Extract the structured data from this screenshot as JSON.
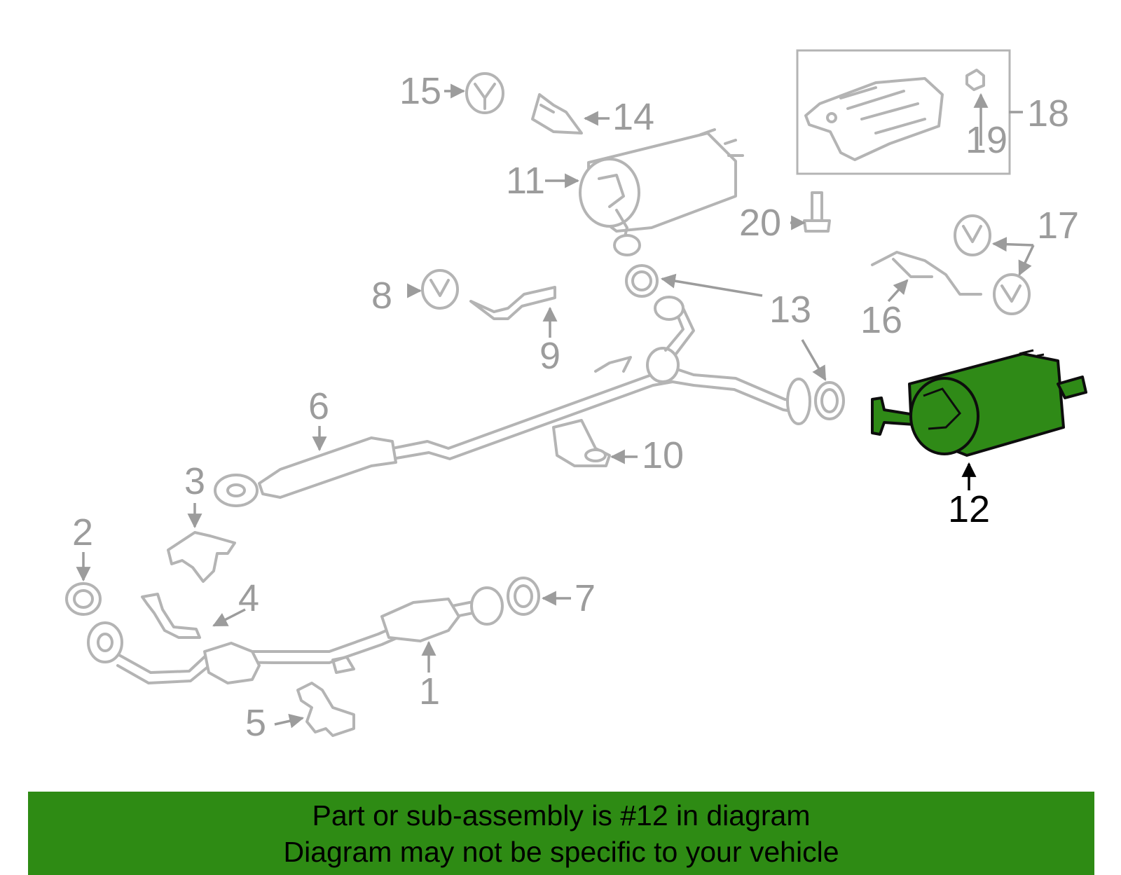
{
  "diagram": {
    "highlighted_part": "12",
    "highlight_color": "#2f8a17",
    "callouts": [
      "1",
      "2",
      "3",
      "4",
      "5",
      "6",
      "7",
      "8",
      "9",
      "10",
      "11",
      "12",
      "13",
      "14",
      "15",
      "16",
      "17",
      "18",
      "19",
      "20"
    ]
  },
  "banner": {
    "background_color": "#2e8b14",
    "line1": "Part or sub-assembly is #12 in diagram",
    "line2": "Diagram may not be specific to your vehicle"
  }
}
